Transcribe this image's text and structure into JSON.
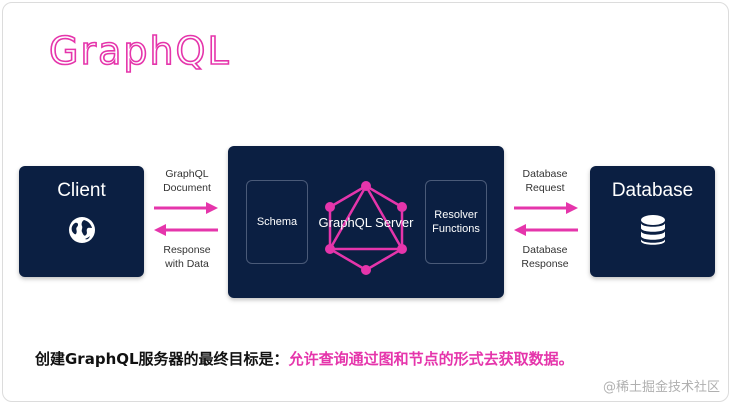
{
  "title": "GraphQL",
  "client": {
    "label": "Client",
    "icon": "globe-icon"
  },
  "database": {
    "label": "Database",
    "icon": "database-icon"
  },
  "server": {
    "label": "GraphQL Server",
    "schema": "Schema",
    "resolver": "Resolver\nFunctions",
    "logo": "graphql-logo"
  },
  "arrows": {
    "client_to_server": "GraphQL\nDocument",
    "server_to_client": "Response\nwith Data",
    "server_to_db": "Database\nRequest",
    "db_to_server": "Database\nResponse"
  },
  "summary": {
    "prefix": "创建GraphQL服务器的最终目标是：",
    "highlight": "允许查询通过图和节点的形式去获取数据。"
  },
  "watermark": "@稀土掘金技术社区",
  "colors": {
    "accent": "#e535ab",
    "box": "#0b1f42"
  }
}
